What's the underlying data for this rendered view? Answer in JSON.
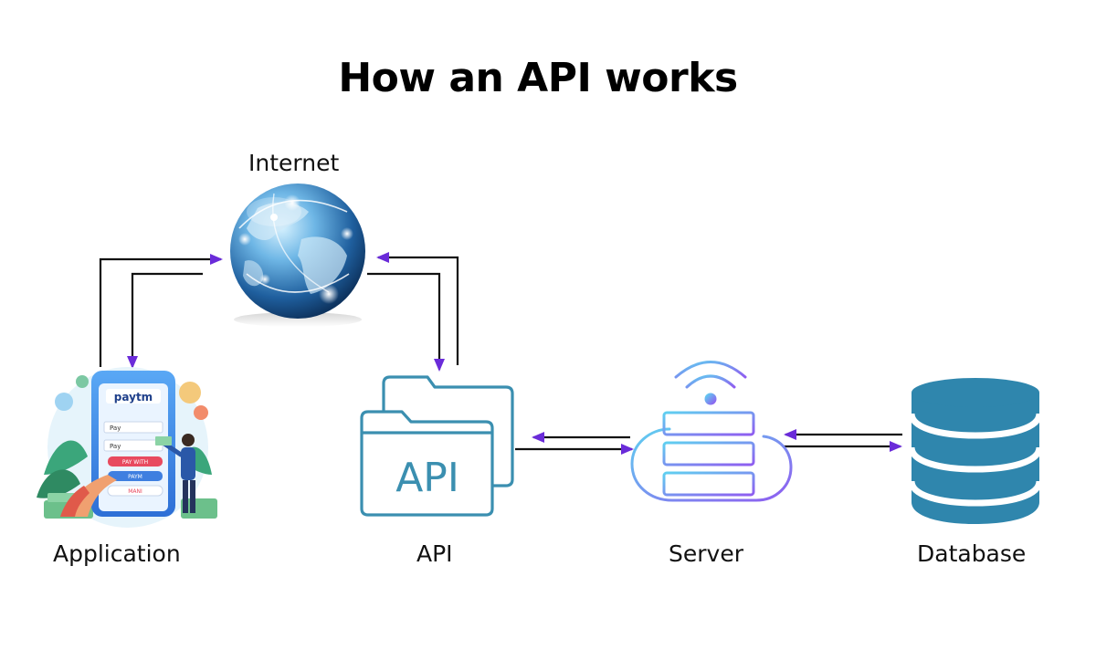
{
  "title": "How an API works",
  "nodes": {
    "internet": "Internet",
    "application": "Application",
    "api": "API",
    "server": "Server",
    "database": "Database"
  },
  "api_icon_text": "API",
  "phone_brand": "paytm",
  "phone_fields": [
    "Pay",
    "Pay",
    "PAY WITH",
    "PAYM",
    "MANI"
  ],
  "colors": {
    "arrow_head": "#6a2bd9",
    "api_teal": "#3b8fb0",
    "database_blue": "#2f86ad",
    "server_gradient": [
      "#5fd0f0",
      "#8f5cf0"
    ],
    "globe_blue": "#2a73b8"
  }
}
